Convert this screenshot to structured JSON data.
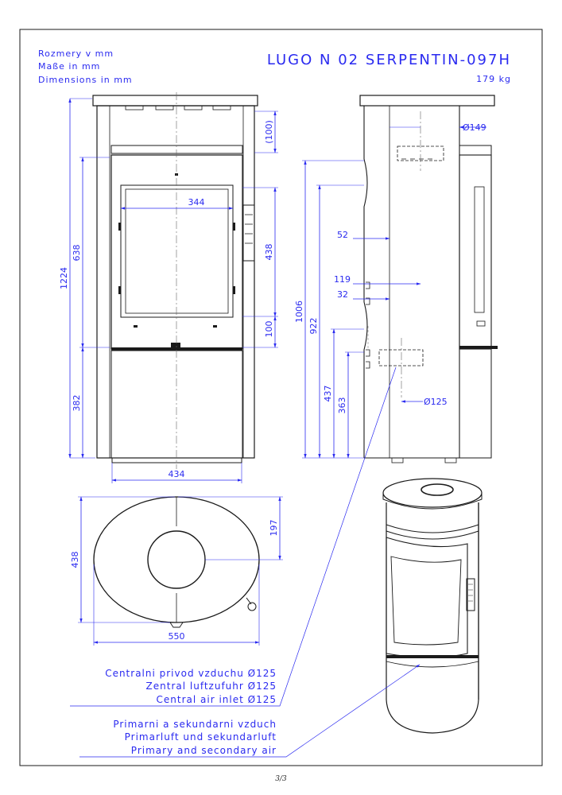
{
  "title": {
    "model": "LUGO N 02 SERPENTIN-097H",
    "weight": "179 kg",
    "units": [
      "Rozmery v mm",
      "Maße in mm",
      "Dimensions in mm"
    ]
  },
  "dimensions": {
    "total_height": "1224",
    "door_height": "638",
    "base_height": "382",
    "window_width": "344",
    "window_height": "438",
    "top_gap": "(100)",
    "lower_gap": "100",
    "front_width": "434",
    "flue_diameter": "Ø149",
    "offset_52": "52",
    "offset_119": "119",
    "offset_32": "32",
    "h_1006": "1006",
    "h_922": "922",
    "h_437": "437",
    "h_363": "363",
    "inlet_diameter": "Ø125",
    "plan_depth": "438",
    "plan_offset": "197",
    "plan_width": "550"
  },
  "callouts": {
    "central_air": [
      "Centralni privod vzduchu Ø125",
      "Zentral luftzufuhr Ø125",
      "Central air inlet Ø125"
    ],
    "primary_air": [
      "Primarni a sekundarni vzduch",
      "Primarluft und sekundarluft",
      "Primary and secondary air"
    ]
  },
  "footer": {
    "page": "3/3"
  },
  "colors": {
    "dimension": "#2a2af0",
    "outline": "#1a1a1a"
  }
}
